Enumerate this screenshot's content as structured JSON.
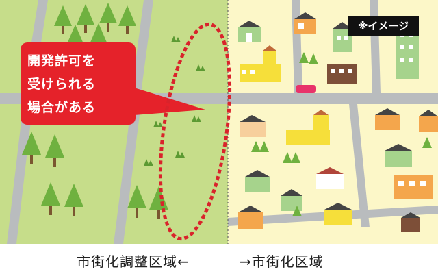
{
  "callout": {
    "text": "開発許可を\n受けられる\n場合がある"
  },
  "badge": {
    "text": "※イメージ"
  },
  "labels": {
    "left": "市街化調整区域←",
    "right": "→市街化区域"
  },
  "colors": {
    "rural_green": "#c6dd8a",
    "urban_cream": "#fcf7c8",
    "road_gray": "#b9bcbe",
    "callout_red": "#e5222a",
    "ellipse_red": "#d9232b",
    "tree_green": "#6fb13f",
    "badge_black": "#111111"
  }
}
